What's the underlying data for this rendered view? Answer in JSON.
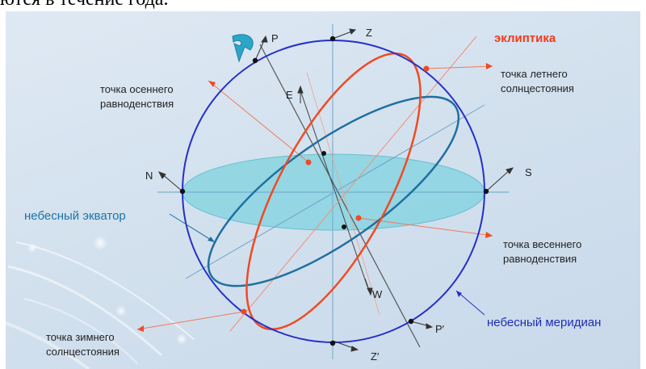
{
  "header": {
    "text": "ются в течение года."
  },
  "diagram": {
    "colors": {
      "meridian": "#2430c8",
      "ecliptic": "#f04a22",
      "equator": "#1f6fa0",
      "horizon_fill": "#7fd3df",
      "axis": "#555555",
      "red_ray": "#f07a5a"
    },
    "labels": {
      "ecliptic": "эклиптика",
      "summer_solstice_line1": "точка летнего",
      "summer_solstice_line2": "солнцестояния",
      "autumn_equinox_line1": "точка осеннего",
      "autumn_equinox_line2": "равноденствия",
      "spring_equinox_line1": "точка весеннего",
      "spring_equinox_line2": "равноденствия",
      "winter_solstice_line1": "точка зимнего",
      "winter_solstice_line2": "солнцестояния",
      "celestial_equator": "небесный экватор",
      "celestial_meridian": "небесный меридиан",
      "zenith": "Z",
      "nadir": "Z′",
      "north_pole": "P",
      "south_pole": "P′",
      "north": "N",
      "south": "S",
      "east": "E",
      "west": "W"
    },
    "icons": {
      "rotation_arrow": "curved-arrow-icon"
    }
  }
}
